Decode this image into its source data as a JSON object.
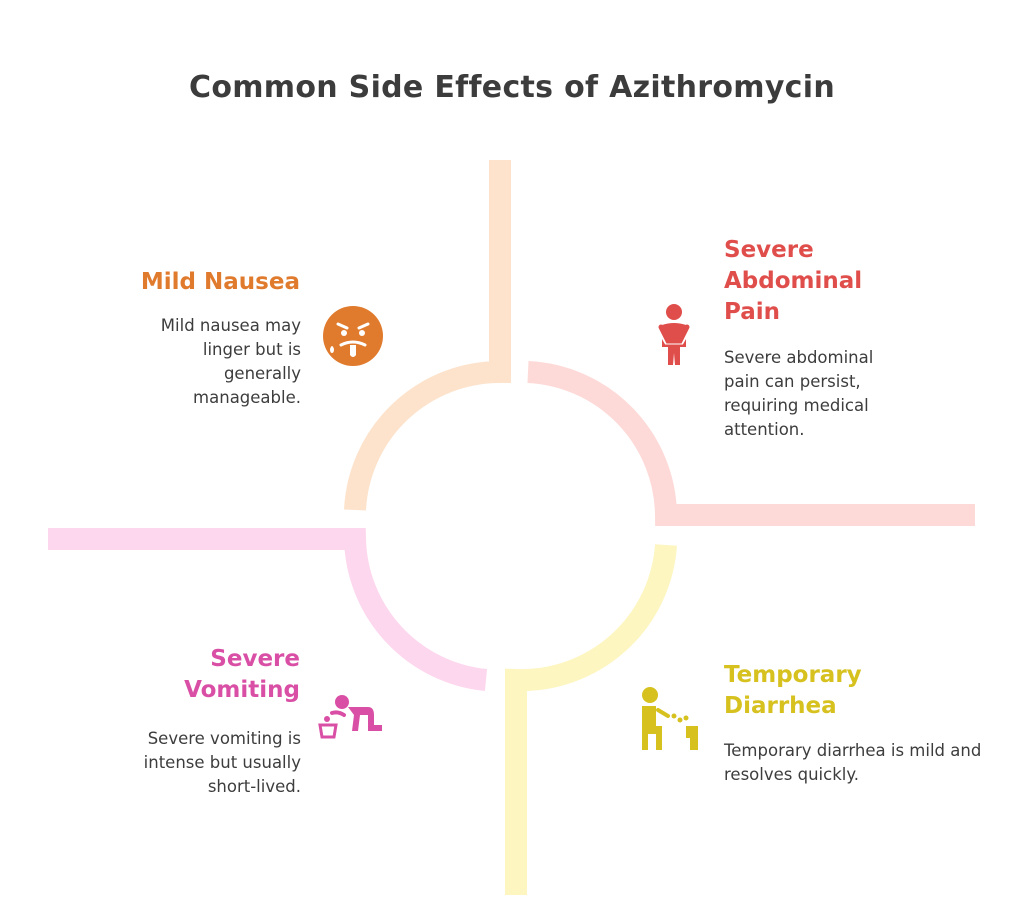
{
  "title": "Common Side Effects of Azithromycin",
  "colors": {
    "nausea": "#E07B2E",
    "abdominal": "#E04E4B",
    "vomiting": "#D94FA5",
    "diarrhea": "#D6C11F",
    "nausea_track": "#FDE3CC",
    "abdominal_track": "#FDDAD8",
    "vomiting_track": "#FDD7EE",
    "diarrhea_track": "#FDF6C0"
  },
  "effects": [
    {
      "key": "nausea",
      "title": "Mild Nausea",
      "description": "Mild nausea may linger but is generally manageable.",
      "icon": "nauseated-face-icon"
    },
    {
      "key": "abdominal",
      "title": "Severe Abdominal Pain",
      "description": "Severe abdominal pain can persist, requiring medical attention.",
      "icon": "stomach-pain-person-icon"
    },
    {
      "key": "vomiting",
      "title": "Severe Vomiting",
      "description": "Severe vomiting is intense but usually short-lived.",
      "icon": "vomiting-person-icon"
    },
    {
      "key": "diarrhea",
      "title": "Temporary Diarrhea",
      "description": "Temporary diarrhea is mild and resolves quickly.",
      "icon": "toilet-person-icon"
    }
  ]
}
